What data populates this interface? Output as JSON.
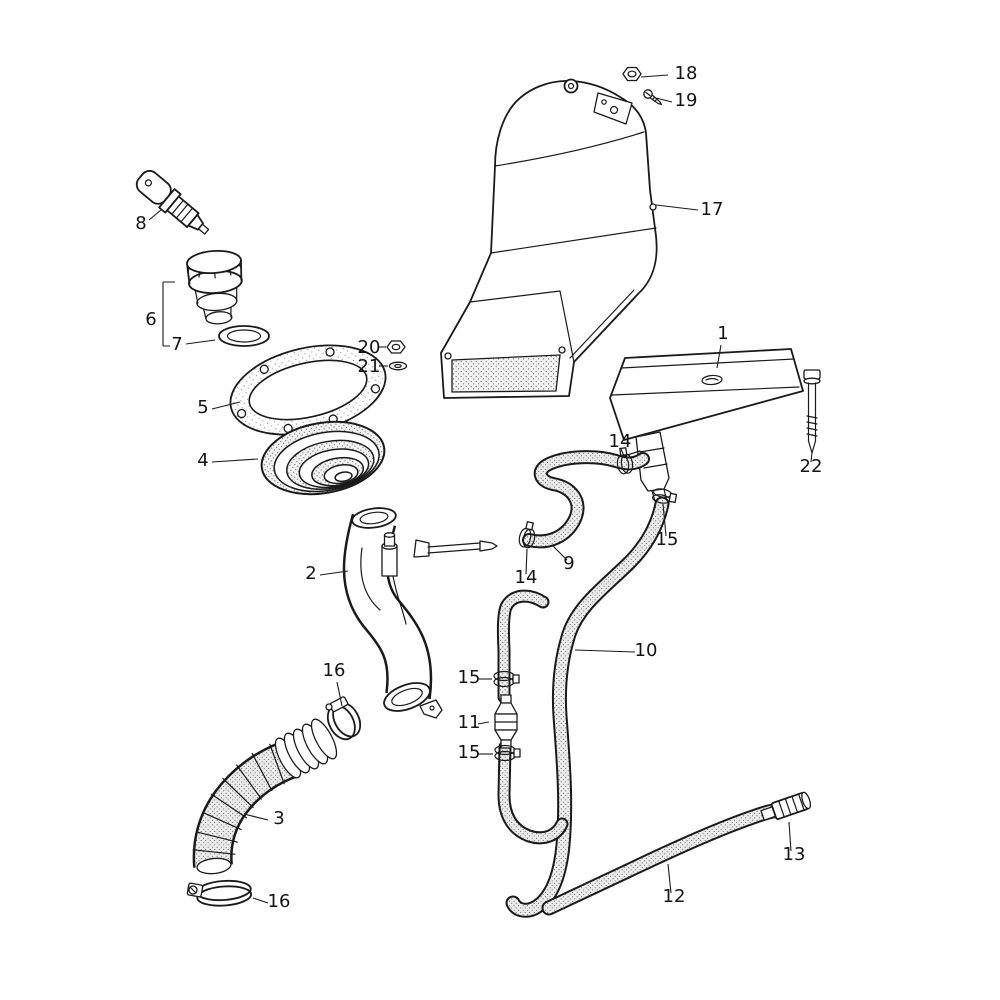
{
  "diagram": {
    "kind": "exploded-parts-diagram",
    "background_color": "#ffffff",
    "line_color": "#1a1a1a",
    "callouts": [
      {
        "label": "18"
      },
      {
        "label": "19"
      },
      {
        "label": "17"
      },
      {
        "label": "8"
      },
      {
        "label": "6"
      },
      {
        "label": "7"
      },
      {
        "label": "20"
      },
      {
        "label": "21"
      },
      {
        "label": "1"
      },
      {
        "label": "5"
      },
      {
        "label": "4"
      },
      {
        "label": "22"
      },
      {
        "label": "14"
      },
      {
        "label": "15"
      },
      {
        "label": "9"
      },
      {
        "label": "14"
      },
      {
        "label": "2"
      },
      {
        "label": "10"
      },
      {
        "label": "16"
      },
      {
        "label": "15"
      },
      {
        "label": "11"
      },
      {
        "label": "15"
      },
      {
        "label": "3"
      },
      {
        "label": "13"
      },
      {
        "label": "12"
      },
      {
        "label": "16"
      }
    ]
  }
}
